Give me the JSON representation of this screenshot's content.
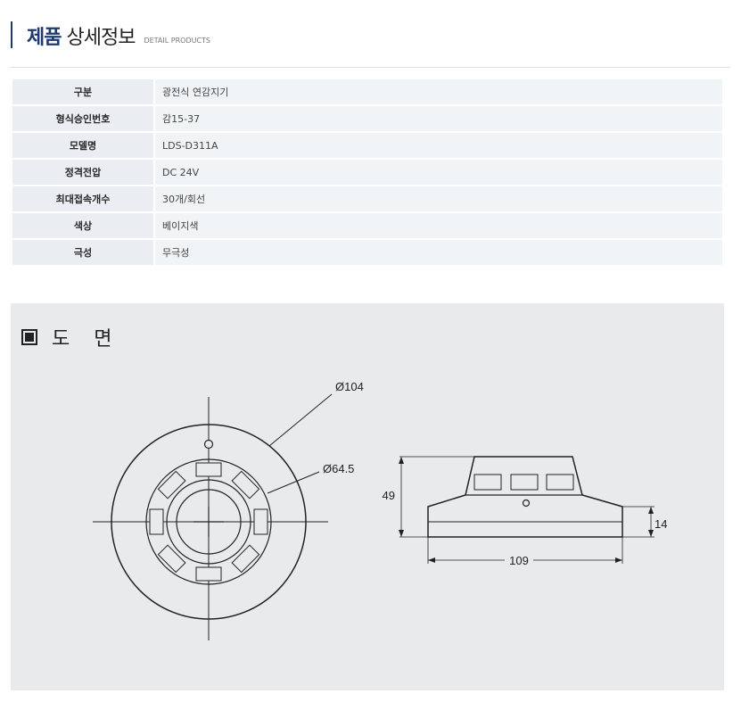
{
  "header": {
    "title_strong": "제품",
    "title_normal": "상세정보",
    "subtitle": "DETAIL PRODUCTS"
  },
  "spec_rows": [
    {
      "label": "구분",
      "value": "광전식 연감지기"
    },
    {
      "label": "형식승인번호",
      "value": "감15-37"
    },
    {
      "label": "모델명",
      "value": "LDS-D311A"
    },
    {
      "label": "정격전압",
      "value": "DC 24V"
    },
    {
      "label": "최대접속개수",
      "value": "30개/회선"
    },
    {
      "label": "색상",
      "value": "베이지색"
    },
    {
      "label": "극성",
      "value": "무극성"
    }
  ],
  "drawing": {
    "title": "도 면",
    "dims": {
      "outer_dia": "Ø104",
      "inner_dia": "Ø64.5",
      "height": "49",
      "base_height": "14",
      "width": "109"
    }
  }
}
